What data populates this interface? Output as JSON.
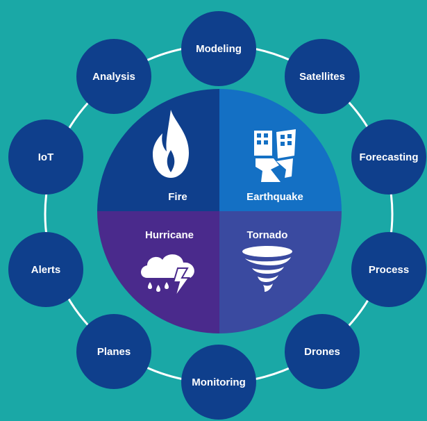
{
  "nodes": [
    {
      "key": "modeling",
      "label": "Modeling"
    },
    {
      "key": "satellites",
      "label": "Satellites"
    },
    {
      "key": "forecasting",
      "label": "Forecasting"
    },
    {
      "key": "process",
      "label": "Process"
    },
    {
      "key": "drones",
      "label": "Drones"
    },
    {
      "key": "monitoring",
      "label": "Monitoring"
    },
    {
      "key": "planes",
      "label": "Planes"
    },
    {
      "key": "alerts",
      "label": "Alerts"
    },
    {
      "key": "iot",
      "label": "IoT"
    },
    {
      "key": "analysis",
      "label": "Analysis"
    }
  ],
  "quadrants": {
    "fire": {
      "label": "Fire",
      "icon": "flame-icon",
      "color": "#0f3f8c"
    },
    "earthquake": {
      "label": "Earthquake",
      "icon": "collapsing-building-icon",
      "color": "#1470c4"
    },
    "hurricane": {
      "label": "Hurricane",
      "icon": "storm-cloud-icon",
      "color": "#4a2a8c"
    },
    "tornado": {
      "label": "Tornado",
      "icon": "tornado-icon",
      "color": "#3a4aa0"
    }
  },
  "colors": {
    "background": "#1aa8a6",
    "node": "#0f3f8c",
    "ring": "#ffffff"
  }
}
